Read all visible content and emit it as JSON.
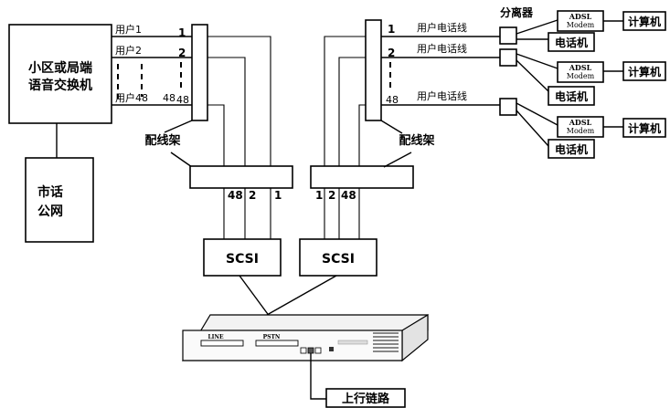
{
  "switch_box": {
    "line1": "小区或局端",
    "line2": "语音交换机"
  },
  "pstn_box": {
    "line1": "市话",
    "line2": "公网"
  },
  "user_labels": {
    "u1": "用户1",
    "u2": "用户2",
    "u48": "用户48",
    "u48_num": "48"
  },
  "left_frame": {
    "n1": "1",
    "n2": "2",
    "n48": "48",
    "label": "配线架"
  },
  "right_frame": {
    "n1": "1",
    "n2": "2",
    "n48": "48",
    "label": "配线架"
  },
  "bus_left": {
    "n48": "48",
    "n2": "2",
    "n1": "1"
  },
  "bus_right": {
    "n1": "1",
    "n2": "2",
    "n48": "48"
  },
  "scsi": {
    "left": "SCSI",
    "right": "SCSI"
  },
  "phone_line_label": "用户电话线",
  "splitter_label": "分离器",
  "adsl": {
    "line1": "ADSL",
    "line2": "Modem"
  },
  "computer_label": "计算机",
  "phone_label": "电话机",
  "device": {
    "line_port": "LINE",
    "pstn_port": "PSTN"
  },
  "uplink_label": "上行链路"
}
